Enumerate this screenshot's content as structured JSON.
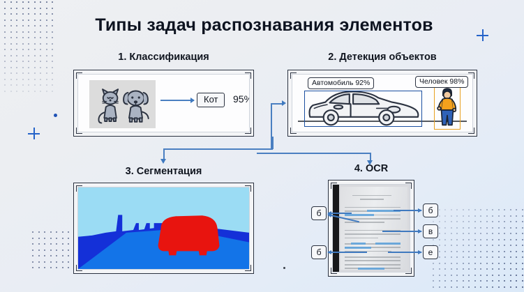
{
  "slide": {
    "title": "Типы задач распознавания элементов",
    "background_start": "#eef0f3",
    "background_end": "#dbe9f8",
    "accent_blue": "#2563c9",
    "connector_blue": "#4a7fc1"
  },
  "panels": [
    {
      "id": "classification",
      "caption": "1. Классификация",
      "image_subject": "cat-and-dog-illustration",
      "predicted_label": "Кот",
      "confidence": "95%"
    },
    {
      "id": "detection",
      "caption": "2. Детекция объектов",
      "detections": [
        {
          "label": "Автомобиль 92%",
          "class": "Автомобиль",
          "confidence": "92%",
          "box_color": "#1a4fa0"
        },
        {
          "label": "Человек 98%",
          "class": "Человек",
          "confidence": "98%",
          "box_color": "#e8a020"
        }
      ]
    },
    {
      "id": "segmentation",
      "caption": "3. Сегментация",
      "mask_colors": {
        "sky": "#9bdcf4",
        "road": "#1374e8",
        "sidewalk": "#1430d8",
        "car": "#e8140f"
      }
    },
    {
      "id": "ocr",
      "caption": "4. OCR",
      "callouts_left": [
        "б",
        "б"
      ],
      "callouts_right": [
        "б",
        "в",
        "е"
      ],
      "highlight_color": "#5ca2dd"
    }
  ],
  "decorations": {
    "plus_top_left": "plus-icon",
    "plus_top_right": "plus-icon",
    "dot_top_left": "blue-dot",
    "dot_bottom_center": "dark-dot"
  }
}
